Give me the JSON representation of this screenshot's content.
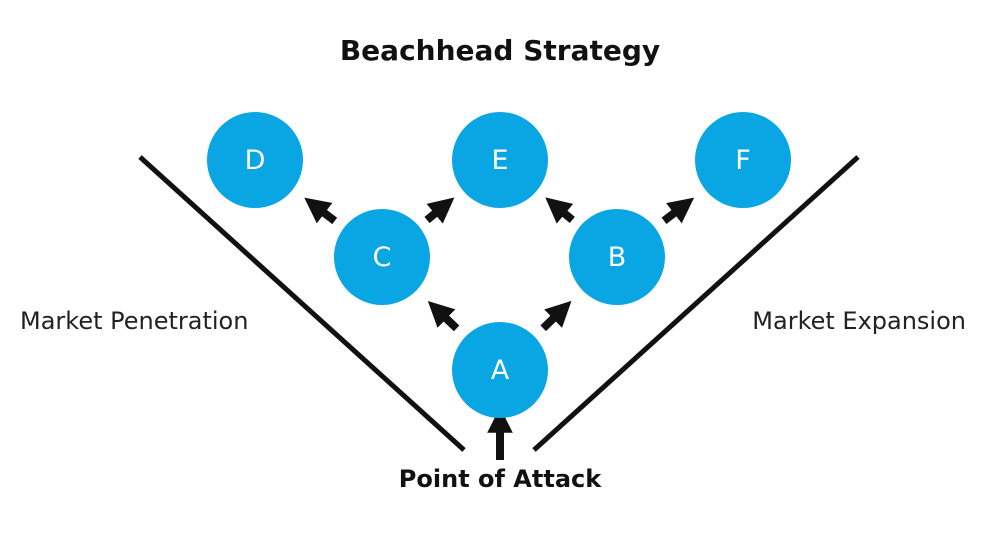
{
  "title": "Beachhead Strategy",
  "left_label": "Market Penetration",
  "right_label": "Market Expansion",
  "bottom_label": "Point of Attack",
  "colors": {
    "node_fill": "#0aa6e3",
    "node_text": "#ffffff",
    "line": "#111111",
    "arrow": "#111111"
  },
  "nodes": [
    {
      "id": "A",
      "label": "A"
    },
    {
      "id": "B",
      "label": "B"
    },
    {
      "id": "C",
      "label": "C"
    },
    {
      "id": "D",
      "label": "D"
    },
    {
      "id": "E",
      "label": "E"
    },
    {
      "id": "F",
      "label": "F"
    }
  ],
  "edges": [
    {
      "from": "A",
      "to": "C"
    },
    {
      "from": "A",
      "to": "B"
    },
    {
      "from": "C",
      "to": "D"
    },
    {
      "from": "C",
      "to": "E"
    },
    {
      "from": "B",
      "to": "E"
    },
    {
      "from": "B",
      "to": "F"
    }
  ],
  "entry_arrow_target": "A"
}
